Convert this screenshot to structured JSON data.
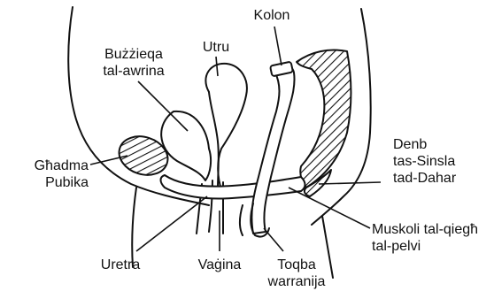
{
  "labels": {
    "kolon": "Kolon",
    "utru": "Utru",
    "buzzieqa": [
      "Bużżieqa",
      "tal-awrina"
    ],
    "ghadma": [
      "Għadma",
      "Pubika"
    ],
    "denb": [
      "Denb",
      "tas-Sinsla",
      "tad-Dahar"
    ],
    "muskoli": [
      "Muskoli tal-qiegħ",
      "tal-pelvi"
    ],
    "uretra": "Uretra",
    "vagina": "Vaġina",
    "toqba": [
      "Toqba",
      "warranija"
    ]
  }
}
